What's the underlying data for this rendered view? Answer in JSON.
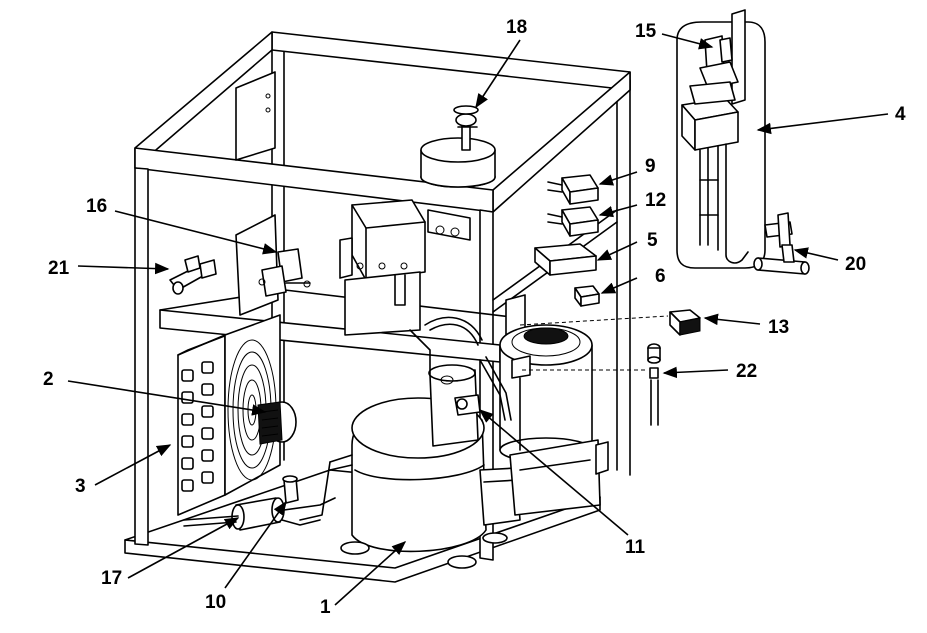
{
  "callouts": {
    "c1": "1",
    "c2": "2",
    "c3": "3",
    "c4": "4",
    "c5": "5",
    "c6": "6",
    "c9": "9",
    "c10": "10",
    "c11": "11",
    "c12": "12",
    "c13": "13",
    "c15": "15",
    "c16": "16",
    "c17": "17",
    "c18": "18",
    "c20": "20",
    "c21": "21",
    "c22": "22"
  }
}
